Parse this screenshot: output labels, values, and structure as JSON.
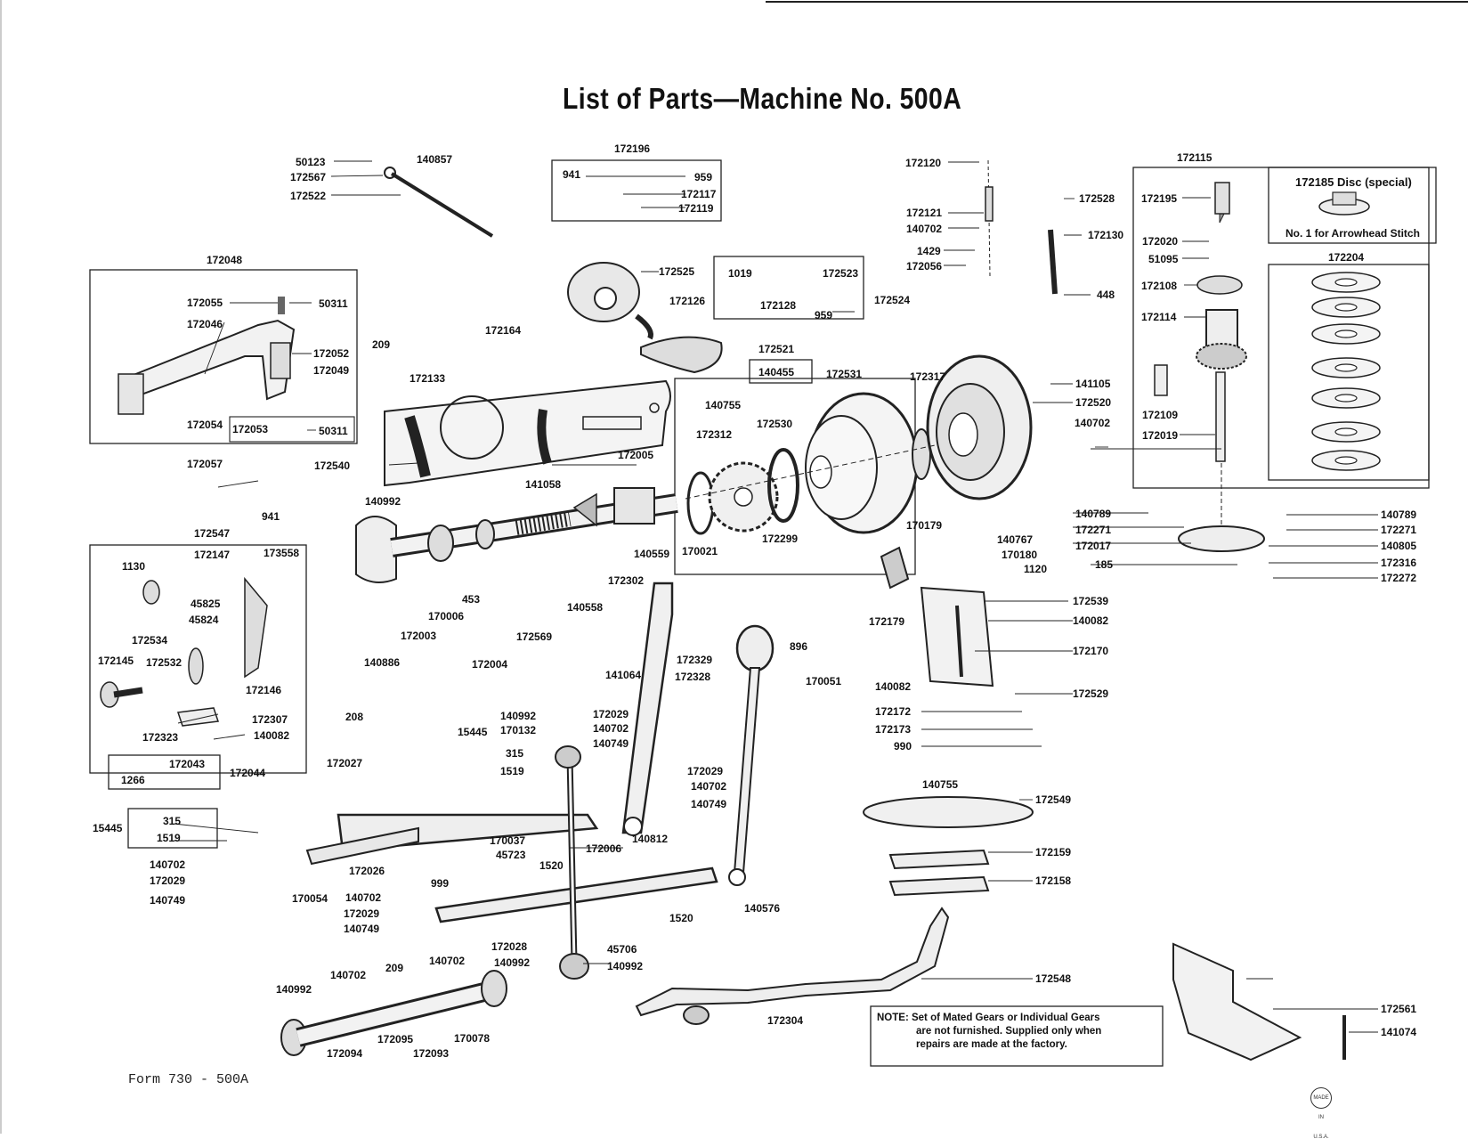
{
  "title": "List of Parts—Machine No. 500A",
  "form_number": "Form 730 - 500A",
  "note": {
    "label": "NOTE:",
    "line1": "Set of Mated Gears or Individual Gears",
    "line2": "are not furnished. Supplied only when",
    "line3": "repairs are made at the factory."
  },
  "disc_special": {
    "title": "172185 Disc (special)",
    "caption": "No. 1 for Arrowhead Stitch"
  },
  "part_labels": [
    "50123",
    "140857",
    "172567",
    "172522",
    "172196",
    "941",
    "959",
    "172117",
    "172119",
    "172120",
    "172121",
    "140702",
    "1429",
    "172056",
    "172528",
    "172130",
    "448",
    "172115",
    "172195",
    "172020",
    "51095",
    "172108",
    "172114",
    "172109",
    "172019",
    "172204",
    "172048",
    "172055",
    "50311",
    "172046",
    "172052",
    "172049",
    "172054",
    "172053",
    "50311",
    "209",
    "172133",
    "172164",
    "172525",
    "172126",
    "1019",
    "172523",
    "172128",
    "959",
    "172524",
    "172521",
    "140455",
    "140755",
    "172531",
    "172317",
    "141105",
    "172520",
    "140702",
    "172540",
    "172312",
    "172530",
    "172057",
    "141058",
    "172005",
    "140992",
    "941",
    "172547",
    "172147",
    "173558",
    "1130",
    "45825",
    "45824",
    "172534",
    "172145",
    "172532",
    "172146",
    "172307",
    "172323",
    "140082",
    "172043",
    "1266",
    "172044",
    "453",
    "170006",
    "172003",
    "140886",
    "172004",
    "172569",
    "140558",
    "140559",
    "170021",
    "172299",
    "172302",
    "170179",
    "140767",
    "170180",
    "1120",
    "172179",
    "172539",
    "140082",
    "172170",
    "172529",
    "140789",
    "172271",
    "172017",
    "185",
    "140789",
    "172271",
    "140805",
    "172316",
    "172272",
    "141064",
    "172329",
    "172328",
    "896",
    "170051",
    "208",
    "15445",
    "315",
    "1519",
    "172027",
    "140992",
    "170132",
    "172029",
    "140702",
    "140749",
    "172029",
    "140702",
    "140749",
    "140812",
    "140082",
    "172172",
    "172173",
    "990",
    "140755",
    "172549",
    "172159",
    "172158",
    "15445",
    "315",
    "1519",
    "140702",
    "172029",
    "140749",
    "170054",
    "172026",
    "999",
    "170037",
    "45723",
    "1520",
    "172006",
    "140702",
    "172029",
    "140749",
    "1520",
    "140576",
    "172028",
    "45706",
    "140992",
    "172548",
    "172304",
    "140992",
    "140702",
    "209",
    "140702",
    "140992",
    "172094",
    "172095",
    "172093",
    "170078",
    "172561",
    "141074"
  ],
  "stamp_text": "MADE IN U.S.A."
}
